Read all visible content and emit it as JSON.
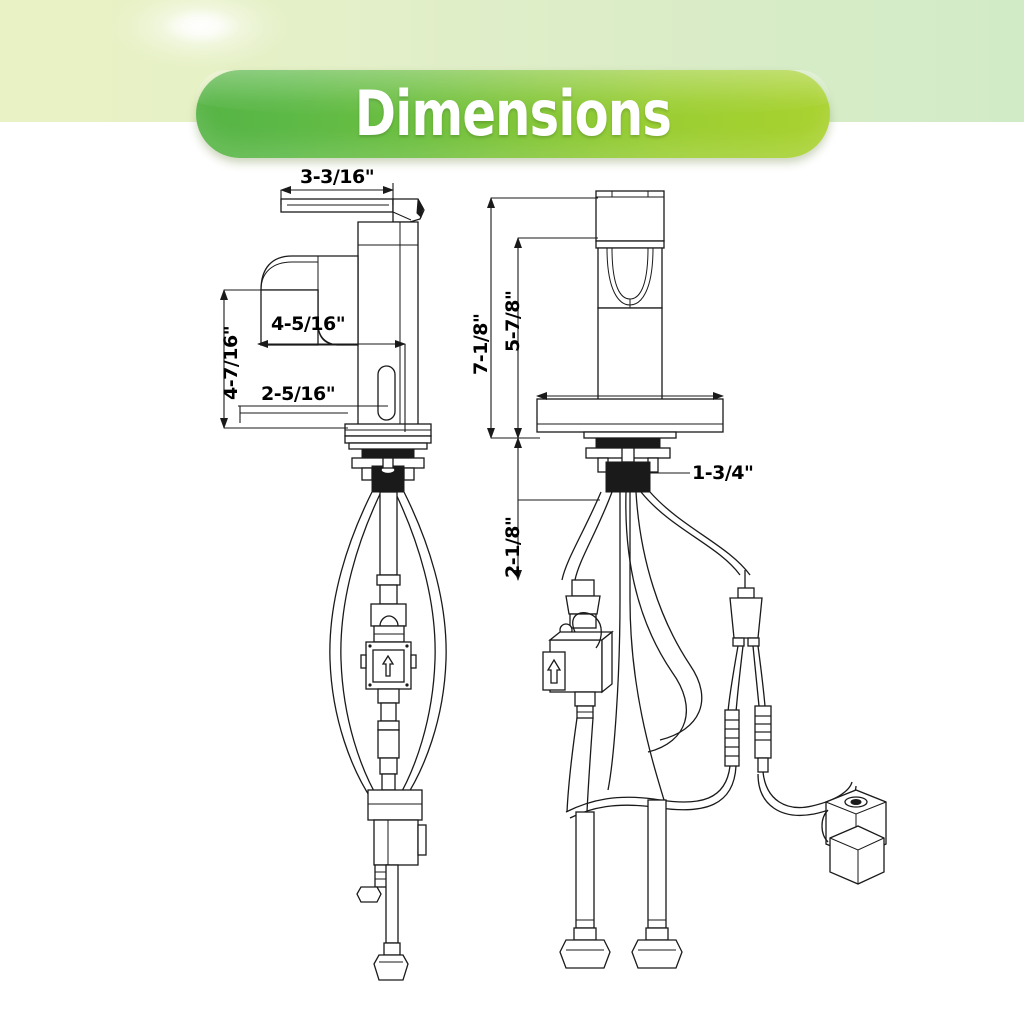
{
  "page": {
    "title": "Dimensions",
    "background_color": "#ffffff",
    "band_left_color": "#e9f2c4",
    "band_right_color": "#d2ebc7"
  },
  "banner": {
    "title": "Dimensions",
    "gradient_start": "#56b445",
    "gradient_end": "#a9d22f",
    "text_color": "#ffffff"
  },
  "diagram": {
    "type": "technical-drawing",
    "subject": "touchless sensor bathroom faucet",
    "views": [
      {
        "name": "side-view",
        "label": "left faucet side elevation"
      },
      {
        "name": "front-view",
        "label": "right faucet front elevation"
      }
    ],
    "line_color": "#1a1a1a"
  },
  "dimensions": {
    "side_view": [
      {
        "name": "spout-handle-width",
        "value": "3-3/16\"",
        "orientation": "horizontal"
      },
      {
        "name": "overall-height-above-deck",
        "value": "4-7/16\"",
        "orientation": "vertical"
      },
      {
        "name": "spout-reach",
        "value": "4-5/16\"",
        "orientation": "horizontal"
      },
      {
        "name": "spout-outlet-height",
        "value": "2-5/16\"",
        "orientation": "horizontal"
      }
    ],
    "front_view": [
      {
        "name": "total-height",
        "value": "7-1/8\"",
        "orientation": "vertical"
      },
      {
        "name": "body-height",
        "value": "5-7/8\"",
        "orientation": "vertical"
      },
      {
        "name": "deck-plate-width",
        "value": "1-3/4\"",
        "orientation": "horizontal"
      },
      {
        "name": "shank-length",
        "value": "2-1/8\"",
        "orientation": "vertical"
      }
    ]
  },
  "components": {
    "solenoid_valve_icon": "up-arrow",
    "parts": [
      {
        "name": "faucet-body",
        "view": "both"
      },
      {
        "name": "sensor-window",
        "view": "side-view"
      },
      {
        "name": "lever-handle",
        "view": "side-view"
      },
      {
        "name": "deck-plate",
        "view": "both"
      },
      {
        "name": "mounting-nut",
        "view": "both"
      },
      {
        "name": "solenoid-valve",
        "view": "both"
      },
      {
        "name": "supply-hose",
        "view": "both"
      },
      {
        "name": "hex-coupling-nut",
        "view": "both"
      },
      {
        "name": "cable-connector",
        "view": "front-view"
      },
      {
        "name": "battery-pack",
        "view": "front-view"
      }
    ]
  }
}
